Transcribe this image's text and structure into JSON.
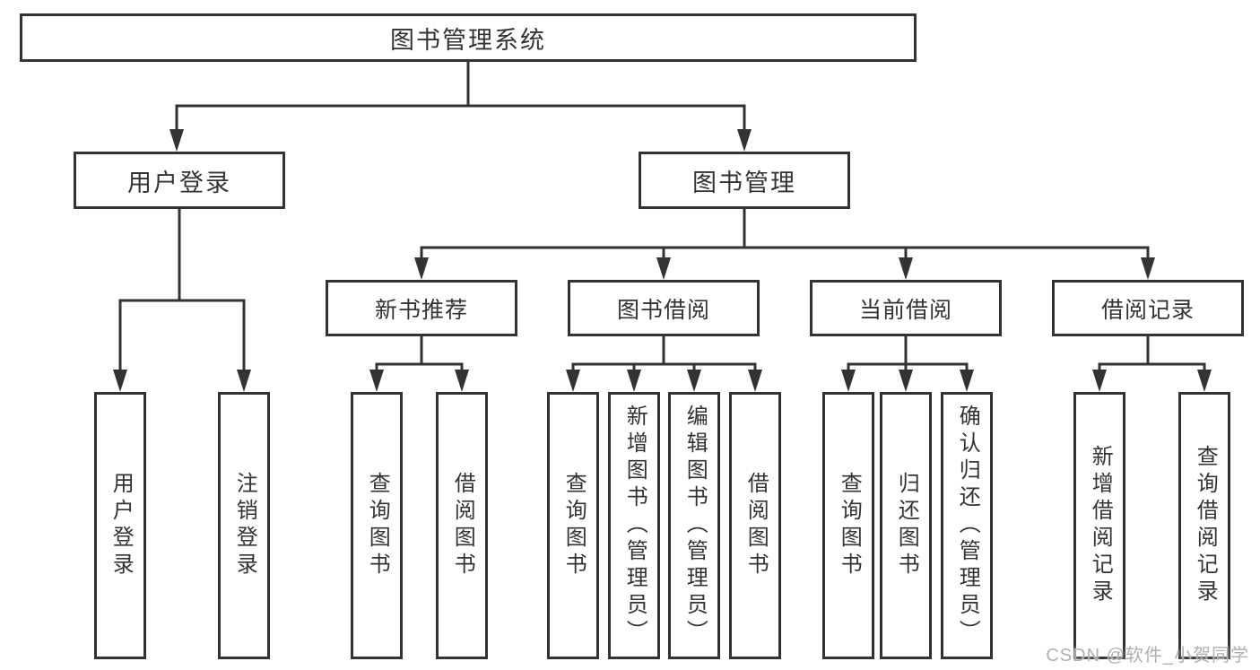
{
  "root": {
    "label": "图书管理系统"
  },
  "l1": [
    {
      "label": "用户登录"
    },
    {
      "label": "图书管理"
    }
  ],
  "l2": [
    {
      "label": "新书推荐"
    },
    {
      "label": "图书借阅"
    },
    {
      "label": "当前借阅"
    },
    {
      "label": "借阅记录"
    }
  ],
  "l3": [
    {
      "parent": "用户登录",
      "items": [
        {
          "label": "用户登录"
        },
        {
          "label": "注销登录"
        }
      ]
    },
    {
      "parent": "新书推荐",
      "items": [
        {
          "label": "查询图书"
        },
        {
          "label": "借阅图书"
        }
      ]
    },
    {
      "parent": "图书借阅",
      "items": [
        {
          "label": "查询图书"
        },
        {
          "label": "新增图书（管理员）"
        },
        {
          "label": "编辑图书（管理员）"
        },
        {
          "label": "借阅图书"
        }
      ]
    },
    {
      "parent": "当前借阅",
      "items": [
        {
          "label": "查询图书"
        },
        {
          "label": "归还图书"
        },
        {
          "label": "确认归还（管理员）"
        }
      ]
    },
    {
      "parent": "借阅记录",
      "items": [
        {
          "label": "新增借阅记录"
        },
        {
          "label": "查询借阅记录"
        }
      ]
    }
  ],
  "watermark": {
    "text": "CSDN @软件_小贺同学"
  },
  "colors": {
    "stroke": "#333333",
    "text": "#333333",
    "background": "#ffffff",
    "watermark": "#b0b0b0"
  }
}
